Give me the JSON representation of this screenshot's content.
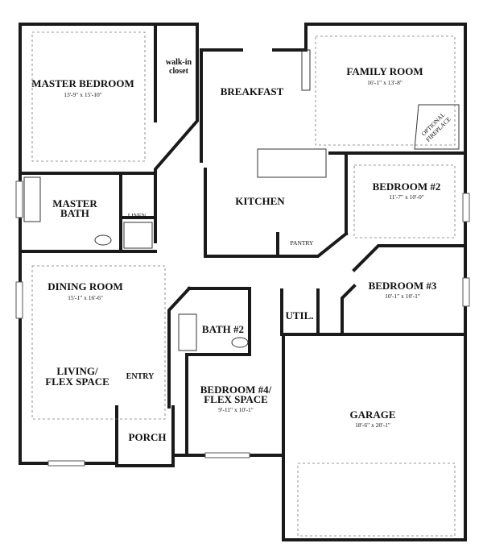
{
  "rooms": {
    "master_bedroom": {
      "name": "MASTER BEDROOM",
      "dims": "13'-9\" x 15'-10\""
    },
    "walk_in_closet": {
      "name_line1": "walk-in",
      "name_line2": "closet"
    },
    "breakfast": {
      "name": "BREAKFAST"
    },
    "family_room": {
      "name": "FAMILY ROOM",
      "dims": "16'-1\" x 13'-8\""
    },
    "optional_fireplace": {
      "line1": "OPTIONAL",
      "line2": "FIREPLACE"
    },
    "master_bath": {
      "line1": "MASTER",
      "line2": "BATH"
    },
    "linen": {
      "name": "LINEN"
    },
    "kitchen": {
      "name": "KITCHEN"
    },
    "pantry": {
      "name": "PANTRY"
    },
    "bedroom2": {
      "name": "BEDROOM #2",
      "dims": "11'-7\" x 10'-0\""
    },
    "bedroom3": {
      "name": "BEDROOM #3",
      "dims": "10'-1\" x 10'-1\""
    },
    "dining_room": {
      "name": "DINING ROOM",
      "dims": "15'-1\" x 16'-6\""
    },
    "bath2": {
      "name": "BATH #2"
    },
    "util": {
      "name": "UTIL."
    },
    "living": {
      "line1": "LIVING/",
      "line2": "FLEX SPACE"
    },
    "entry": {
      "name": "ENTRY"
    },
    "bedroom4": {
      "line1": "BEDROOM #4/",
      "line2": "FLEX SPACE",
      "dims": "9'-11\" x 10'-1\""
    },
    "garage": {
      "name": "GARAGE",
      "dims": "18'-6\" x 20'-1\""
    },
    "porch": {
      "name": "PORCH"
    }
  }
}
